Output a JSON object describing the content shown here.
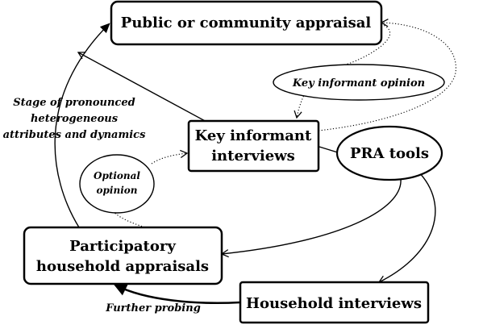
{
  "nodes": {
    "public_appraisal": "Public or community appraisal",
    "key_informant_interviews": [
      "Key informant",
      "interviews"
    ],
    "pra_tools": "PRA tools",
    "participatory_household_appraisals": [
      "Participatory",
      "household appraisals"
    ],
    "household_interviews": "Household interviews",
    "key_informant_opinion": "Key informant opinion",
    "optional_opinion": [
      "Optional",
      "opinion"
    ]
  },
  "labels": {
    "stage": [
      "Stage of pronounced",
      "heterogeneous",
      "attributes and dynamics"
    ],
    "further_probing": "Further probing"
  }
}
